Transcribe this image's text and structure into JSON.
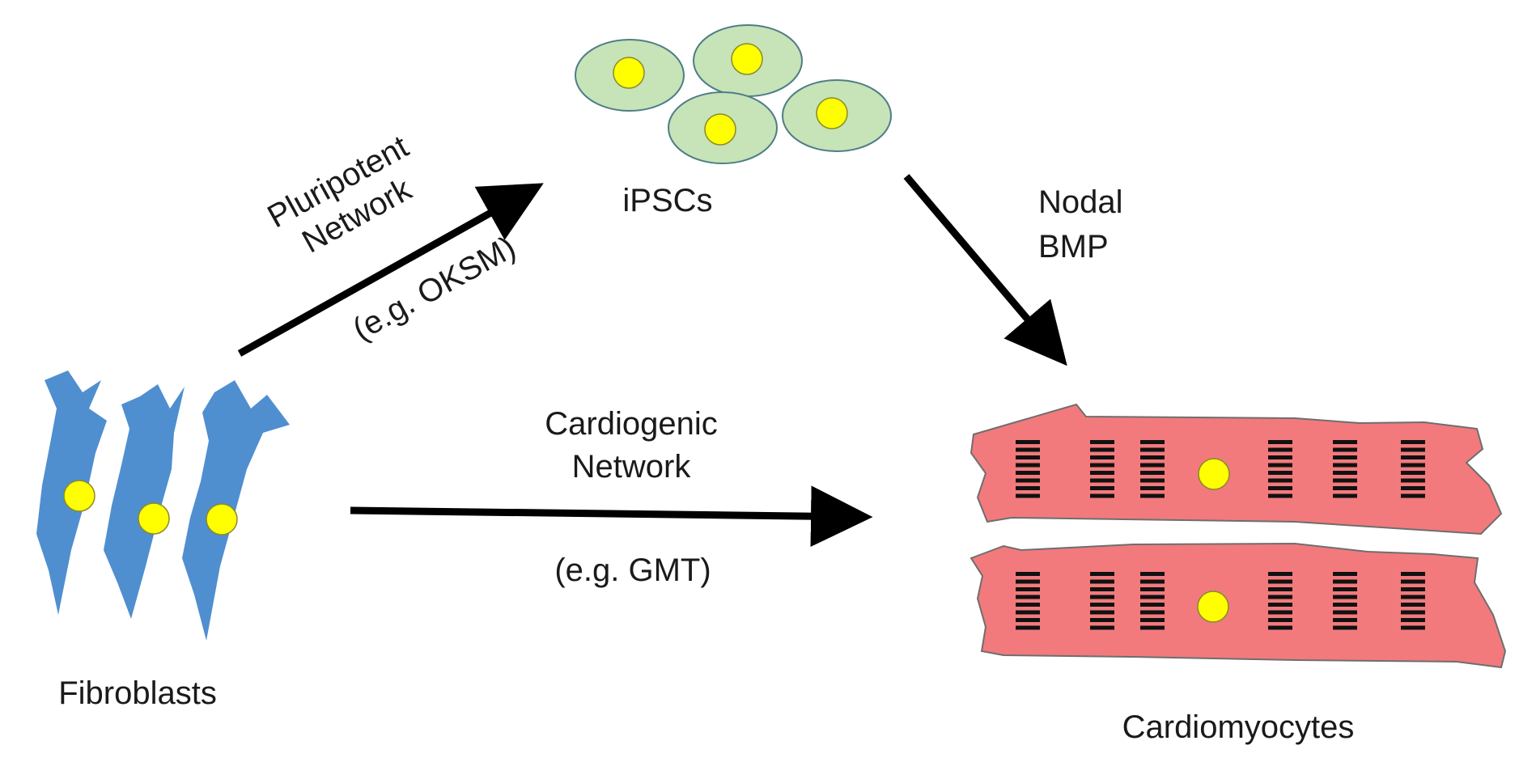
{
  "nodes": {
    "fibroblasts": "Fibroblasts",
    "ipscs": "iPSCs",
    "cardiomyocytes": "Cardiomyocytes"
  },
  "paths": {
    "pluripotent": {
      "line1": "Pluripotent",
      "line2": "Network",
      "example": "(e.g. OKSM)"
    },
    "cardiogenic": {
      "line1": "Cardiogenic",
      "line2": "Network",
      "example": "(e.g. GMT)"
    },
    "differentiation": {
      "line1": "Nodal",
      "line2": "BMP"
    }
  },
  "colors": {
    "fibroblast": "#4f8fd0",
    "ipsc_body": "#c7e3b8",
    "ipsc_outline": "#4e7e86",
    "nucleus": "#ffff00",
    "nucleus_outline": "#8a8a2a",
    "cardiomyocyte": "#f27a7d",
    "cardiomyocyte_outline": "#6e6e6e",
    "sarcomere": "#111111",
    "arrow": "#000000"
  }
}
